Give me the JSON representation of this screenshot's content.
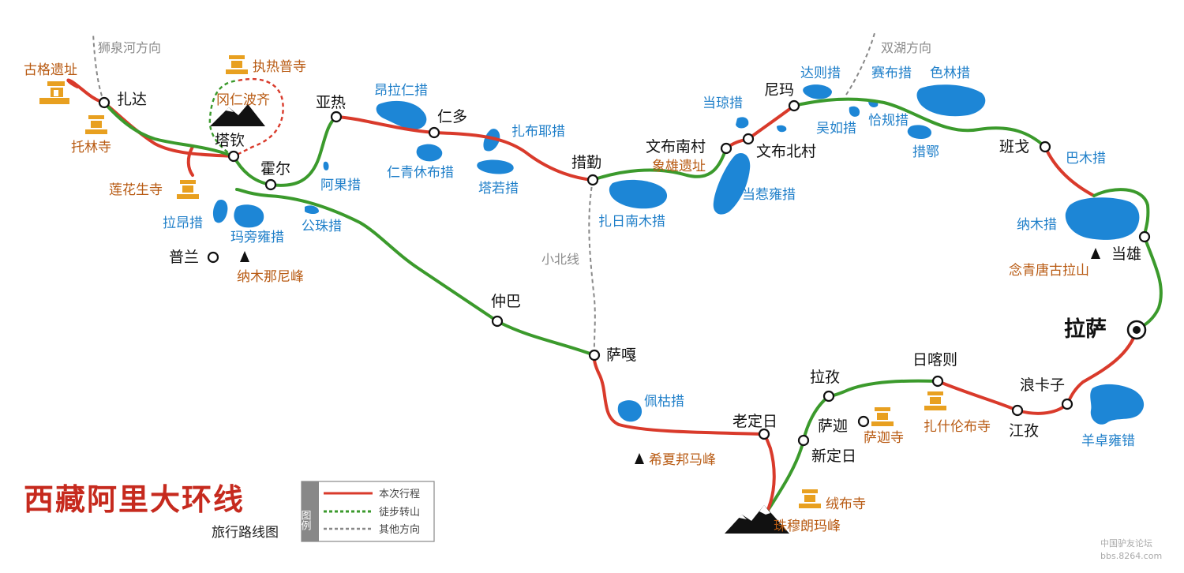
{
  "map": {
    "title": "西藏阿里大环线",
    "subtitle": "旅行路线图",
    "legend": {
      "header": "图例",
      "items": [
        {
          "label": "本次行程",
          "color": "#d93a2b"
        },
        {
          "label": "徒步转山",
          "color": "#3b9a2c"
        },
        {
          "label": "其他方向",
          "color": "#888888"
        }
      ]
    },
    "colors": {
      "route_red": "#d93a2b",
      "route_green": "#3b9a2c",
      "lake": "#1d86d6",
      "temple": "#e8a020",
      "title": "#c62a1e"
    },
    "directions": {
      "shiquanhe": "狮泉河方向",
      "shuanghu": "双湖方向",
      "xiaobei": "小北线"
    },
    "cities": {
      "zhada": "扎达",
      "taqin": "塔钦",
      "huoer": "霍尔",
      "yare": "亚热",
      "renduo": "仁多",
      "cuoqin": "措勤",
      "wenbunancun": "文布南村",
      "wenbubeicun": "文布北村",
      "nima": "尼玛",
      "bange": "班戈",
      "dangxiong": "当雄",
      "lasa": "拉萨",
      "pulan": "普兰",
      "zhongba": "仲巴",
      "saga": "萨嘎",
      "laodingri": "老定日",
      "xindingri": "新定日",
      "sajia": "萨迦",
      "lazi": "拉孜",
      "rikaze": "日喀则",
      "jiangzi": "江孜",
      "langkazi": "浪卡子"
    },
    "lakes": {
      "angla": "昂拉仁措",
      "renqingxiubu": "仁青休布措",
      "zhabuye": "扎布耶措",
      "taruo": "塔若措",
      "aguo": "阿果措",
      "gongzhu": "公珠措",
      "laang": "拉昂措",
      "mapang": "玛旁雍措",
      "zharinanmu": "扎日南木措",
      "dangqiong": "当琼措",
      "dangrueyong": "当惹雍措",
      "dazecuo": "达则措",
      "wuru": "吴如措",
      "qiagui": "恰规措",
      "saibu": "赛布措",
      "selin": "色林措",
      "cuoe": "措鄂",
      "bamu": "巴木措",
      "namu": "纳木措",
      "peiku": "佩枯措",
      "yangzhuoyong": "羊卓雍错"
    },
    "sites": {
      "guge": "古格遗址",
      "tuolin": "托林寺",
      "lianhuasheng": "莲花生寺",
      "zhirepu": "执热普寺",
      "gangrenboqi": "冈仁波齐",
      "namunani": "纳木那尼峰",
      "xiangxiong": "象雄遗址",
      "nianqing": "念青唐古拉山",
      "xixiabangma": "希夏邦马峰",
      "sajiasi": "萨迦寺",
      "zhashilunbu": "扎什伦布寺",
      "rongbusi": "绒布寺",
      "zhumulangma": "珠穆朗玛峰"
    },
    "watermark": {
      "line1": "中国驴友论坛",
      "line2": "bbs.8264.com"
    }
  }
}
